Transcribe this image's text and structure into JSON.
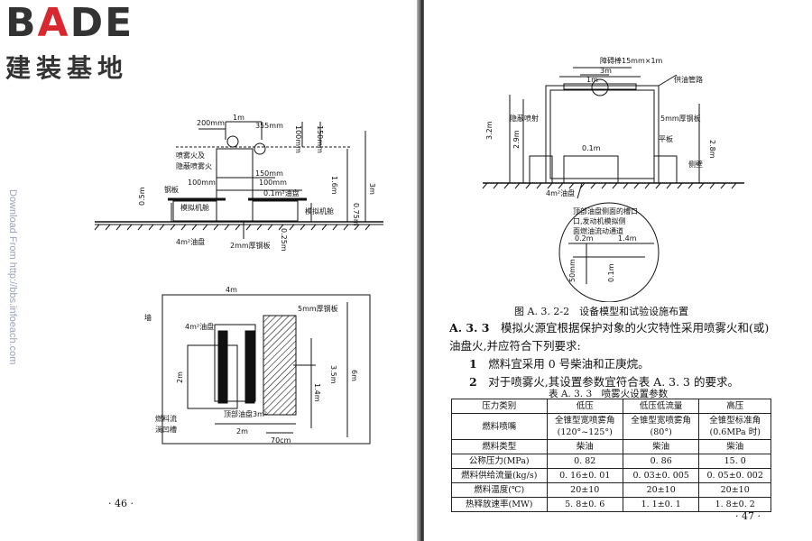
{
  "logo": {
    "main_a": "B",
    "main_accent": "A",
    "main_b": "DE",
    "sub": "建装基地"
  },
  "watermark": "Download From http://bbs.infoeach.com",
  "left": {
    "side": {
      "dims": [
        "200mm",
        "1m",
        "355mm",
        "100mm",
        "150mm",
        "150mm",
        "100mm",
        "100mm",
        "0.5m",
        "1.6m",
        "3m",
        "0.75m",
        "0.25m"
      ],
      "labels": {
        "spray": "喷雾火及",
        "spray2": "隐蔽喷雾火",
        "plate": "钢板",
        "engine_l": "模拟机舱",
        "engine_r": "模拟机舱",
        "pan_top": "0.1m²油盘",
        "pan": "4m²油盘",
        "steel": "2mm厚钢板"
      }
    },
    "plan": {
      "dims": [
        "4m",
        "2m",
        "2m",
        "1.4m",
        "3.5m",
        "6m",
        "70cm"
      ],
      "labels": {
        "wall": "墙",
        "pan": "4m²油盘",
        "steel": "5mm厚钢板",
        "top_pan": "顶部油盘3m²",
        "groove": "燃料流",
        "groove2": "淌凹槽"
      }
    },
    "page_number": "· 46 ·"
  },
  "right": {
    "fig": {
      "dims": [
        "3m",
        "1m",
        "0.1m",
        "3.2m",
        "2.9m",
        "2.8m"
      ],
      "labels": {
        "bar": "障碍棒15mm×1m",
        "pipe": "供油管路",
        "hidden": "隐蔽喷射",
        "steel": "5mm厚钢板",
        "flat": "平板",
        "side": "侧壁",
        "pan": "4m²油盘"
      },
      "detail": {
        "note1": "顶部油盘侧面的槽口",
        "note2": "口,发动机模拟侧",
        "note3": "面燃油流动通道",
        "d1": "0.2m",
        "d2": "1.4m",
        "d3": "50mm",
        "d4": "0.1m"
      }
    },
    "caption": "图 A. 3. 2-2　设备模型和试验设施布置",
    "para": {
      "num": "A. 3. 3",
      "line1": "模拟火源宜根据保护对象的火灾特性采用喷雾火和(或)",
      "line2": "油盘火,并应符合下列要求:",
      "item1_num": "1",
      "item1": "燃料宜采用 0 号柴油和正庚烷。",
      "item2_num": "2",
      "item2": "对于喷雾火,其设置参数宜符合表 A. 3. 3 的要求。"
    },
    "table_title": "表 A. 3. 3　喷雾火设置参数",
    "table": {
      "headers": [
        "压力类别",
        "低压",
        "低压低流量",
        "高压"
      ],
      "nozzle": {
        "label": "燃料喷嘴",
        "c1a": "全锥型宽喷雾角",
        "c1b": "(120°~125°)",
        "c2a": "全锥型宽喷雾角",
        "c2b": "(80°)",
        "c3a": "全锥型标准角",
        "c3b": "(0.6MPa 时)"
      },
      "rows": [
        [
          "燃料类型",
          "柴油",
          "柴油",
          "柴油"
        ],
        [
          "公称压力(MPa)",
          "0. 82",
          "0. 86",
          "15. 0"
        ],
        [
          "燃料供给流量(kg/s)",
          "0. 16±0. 01",
          "0. 03±0. 005",
          "0. 05±0. 002"
        ],
        [
          "燃料温度(℃)",
          "20±10",
          "20±10",
          "20±10"
        ],
        [
          "热释放速率(MW)",
          "5. 8±0. 6",
          "1. 1±0. 1",
          "1. 8±0. 2"
        ]
      ]
    },
    "page_number": "· 47 ·"
  }
}
